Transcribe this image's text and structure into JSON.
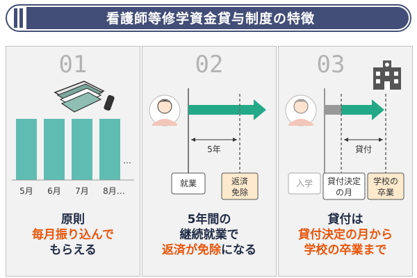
{
  "title": "看護師等修学資金貸与制度の特徴",
  "colors": {
    "banner": "#424e77",
    "teal": "#5fbcb2",
    "arrow": "#23a987",
    "orange": "#e8550a",
    "navy": "#1f2a44",
    "peach": "#fde9cc"
  },
  "panels": [
    {
      "number": "01",
      "months": [
        "5月",
        "6月",
        "7月",
        "8月…"
      ],
      "ellipsis": "…",
      "caption_top": "原則",
      "caption_highlight": "毎月振り込んで",
      "caption_bottom": "もらえる"
    },
    {
      "number": "02",
      "span_label": "5年",
      "box_start": "就業",
      "box_end_line1": "返済",
      "box_end_line2": "免除",
      "caption_line1": "5年間の",
      "caption_line2": "継続就業で",
      "caption_highlight": "返済が免除",
      "caption_tail": "になる"
    },
    {
      "number": "03",
      "span_label": "貸付",
      "box_entry": "入学",
      "box_decide_line1": "貸付決定",
      "box_decide_line2": "の月",
      "box_grad_line1": "学校の",
      "box_grad_line2": "卒業",
      "caption_top": "貸付は",
      "caption_line2": "貸付決定の月から",
      "caption_line3": "学校の卒業まで"
    }
  ]
}
